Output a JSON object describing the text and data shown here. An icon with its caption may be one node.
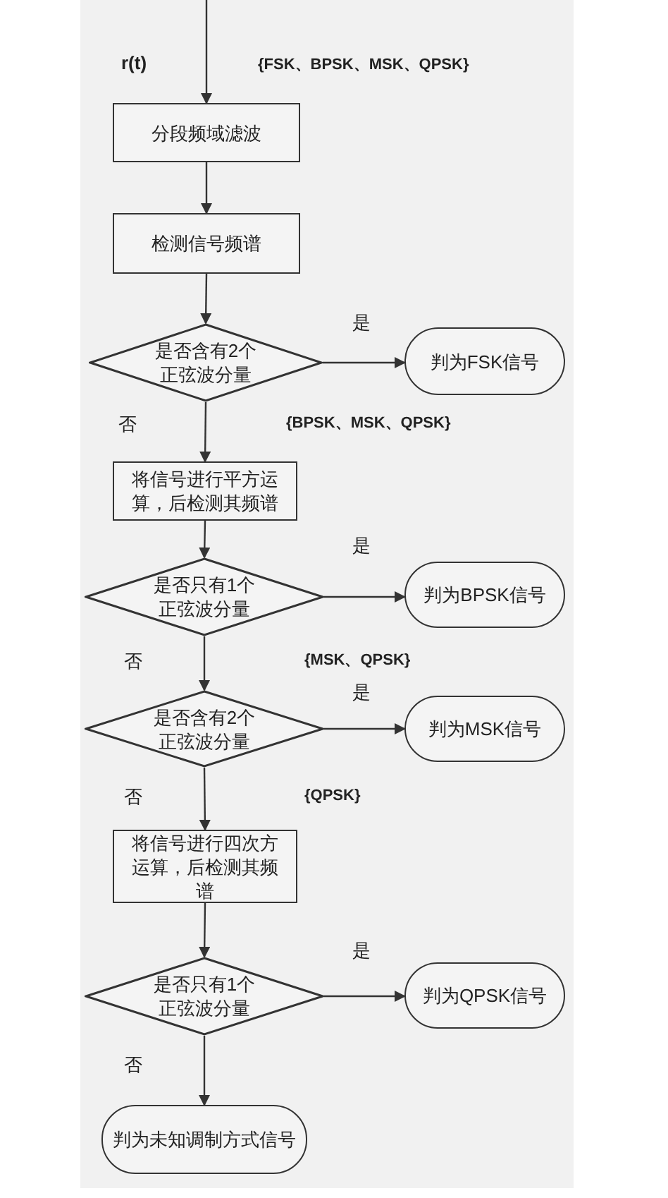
{
  "diagram": {
    "nodes": [
      {
        "text": [
          "分段频域滤波"
        ]
      },
      {
        "text": [
          "检测信号频谱"
        ]
      },
      {
        "text": [
          "是否含有2个正弦波分量"
        ]
      },
      {
        "text": [
          "判为FSK信号"
        ]
      },
      {
        "text": [
          "将信号进行平方运算，后检测其频谱"
        ]
      },
      {
        "text": [
          "是否只有1个正弦波分量"
        ]
      },
      {
        "text": [
          "判为BPSK信号"
        ]
      },
      {
        "text": [
          "是否含有2个正弦波分量"
        ]
      },
      {
        "text": [
          "判为MSK信号"
        ]
      },
      {
        "text": [
          "将信号进行四次方运算，后检测其频谱"
        ]
      },
      {
        "text": [
          "是否只有1个正弦波分量"
        ]
      },
      {
        "text": [
          "判为QPSK信号"
        ]
      },
      {
        "text": [
          "判为未知调制方式信号"
        ]
      }
    ],
    "edges": [
      {
        "from": null,
        "to": 0,
        "arrow": "to"
      },
      {
        "from": 0,
        "to": 1,
        "arrow": "to"
      },
      {
        "from": 1,
        "to": 2,
        "arrow": "to"
      },
      {
        "from": 2,
        "to": 3,
        "arrow": "to",
        "label": "是"
      },
      {
        "from": 2,
        "to": 4,
        "arrow": "to",
        "label": "否"
      },
      {
        "from": 4,
        "to": 5,
        "arrow": "to"
      },
      {
        "from": 5,
        "to": 6,
        "arrow": "to",
        "label": "是"
      },
      {
        "from": 5,
        "to": 7,
        "arrow": "to",
        "label": "否"
      },
      {
        "from": 7,
        "to": 8,
        "arrow": "to",
        "label": "是"
      },
      {
        "from": 7,
        "to": 9,
        "arrow": "to",
        "label": "否"
      },
      {
        "from": 9,
        "to": 10,
        "arrow": "to"
      },
      {
        "from": 10,
        "to": 11,
        "arrow": "to",
        "label": "是"
      },
      {
        "from": 10,
        "to": 12,
        "arrow": "to",
        "label": "否"
      }
    ],
    "labels": [
      "r(t)",
      "{FSK、BPSK、MSK、QPSK}",
      "{BPSK、MSK、QPSK}",
      "{MSK、QPSK}",
      "{QPSK}"
    ]
  }
}
